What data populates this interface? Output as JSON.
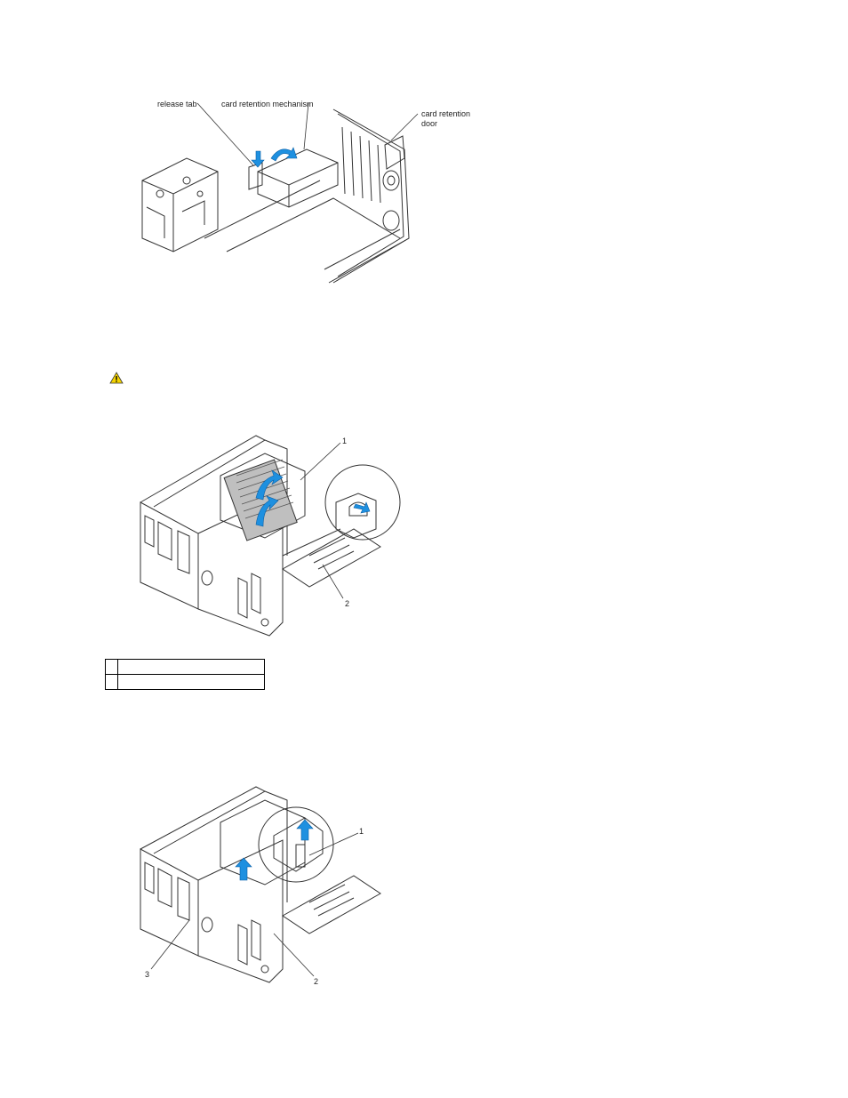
{
  "figure1": {
    "labels": {
      "release_tab": "release tab",
      "card_retention_mechanism": "card retention mechanism",
      "card_retention_door_line1": "card retention",
      "card_retention_door_line2": "door"
    }
  },
  "warning_icon": "warning-triangle-icon",
  "figure2": {
    "callouts": [
      "1",
      "2"
    ]
  },
  "legend_table": {
    "rows": [
      {
        "num": "",
        "text": ""
      },
      {
        "num": "",
        "text": ""
      }
    ]
  },
  "figure3": {
    "callouts": [
      "1",
      "2",
      "3"
    ]
  },
  "colors": {
    "arrow_blue": "#1e90e0",
    "line": "#333333",
    "warning_yellow": "#f5d400"
  }
}
